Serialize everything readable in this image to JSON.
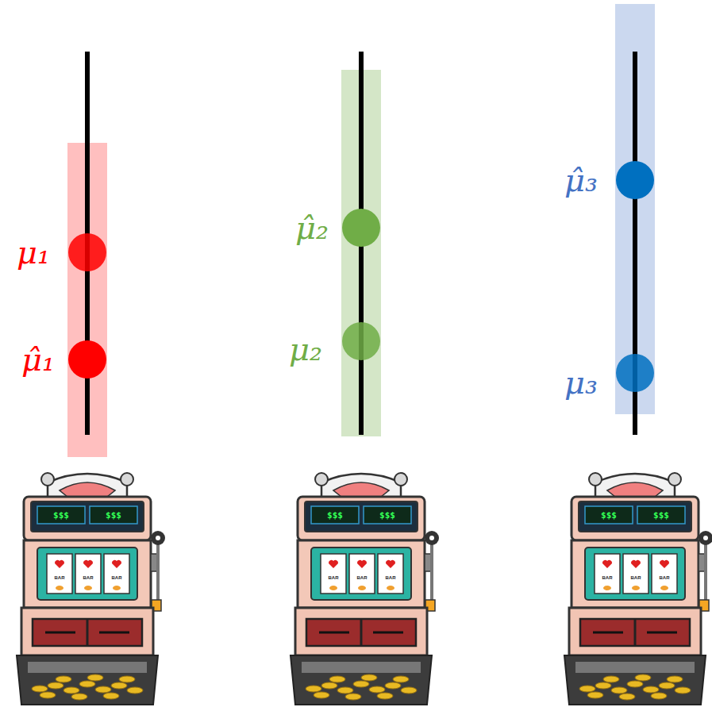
{
  "diagram": {
    "labels": [
      "μ₁",
      "μ̂₁",
      "μ̂₂",
      "μ₂",
      "μ̂₃",
      "μ₃",
      "$$$",
      "$$$",
      "$$$",
      "$$$",
      "$$$",
      "$$$",
      "BAR",
      "BAR",
      "BAR",
      "BAR",
      "BAR",
      "BAR",
      "BAR",
      "BAR",
      "BAR"
    ]
  }
}
